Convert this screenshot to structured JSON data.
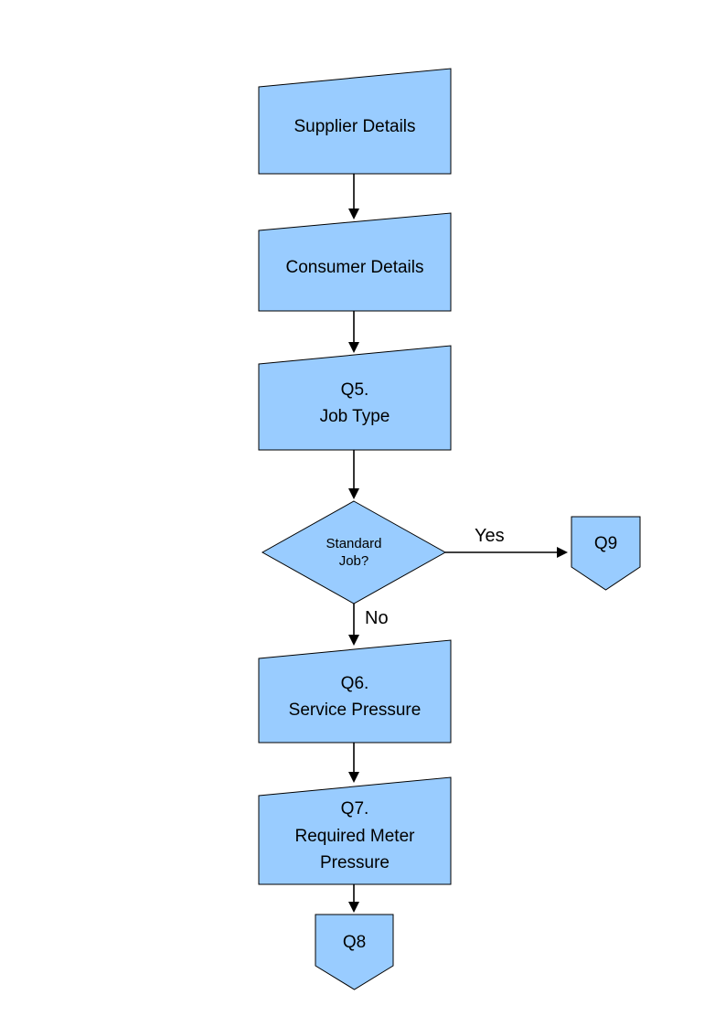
{
  "diagram": {
    "type": "flowchart",
    "nodes": {
      "supplier": {
        "label": "Supplier Details"
      },
      "consumer": {
        "label": "Consumer Details"
      },
      "q5": {
        "label": "Q5.\nJob Type"
      },
      "standard_job": {
        "label": "Standard\nJob?"
      },
      "q9": {
        "label": "Q9"
      },
      "q6": {
        "label": "Q6.\nService Pressure"
      },
      "q7": {
        "label": "Q7.\nRequired Meter\nPressure"
      },
      "q8": {
        "label": "Q8"
      }
    },
    "edges": {
      "yes_label": "Yes",
      "no_label": "No"
    },
    "colors": {
      "node_fill": "#99CCFF",
      "node_stroke": "#000000",
      "connector": "#000000",
      "background": "#FFFFFF"
    }
  }
}
